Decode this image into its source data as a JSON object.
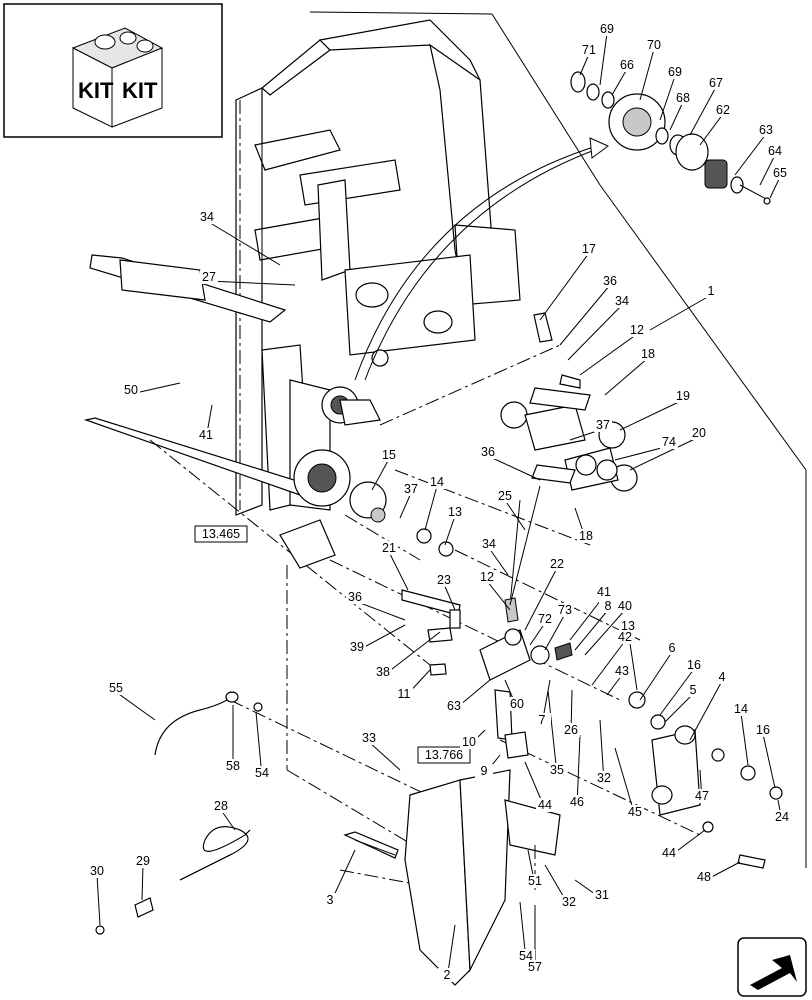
{
  "kit_icon": {
    "word_left": "KIT",
    "word_right": "KIT"
  },
  "ref_boxes": [
    "13.465",
    "13.766"
  ],
  "callouts": [
    "1",
    "2",
    "3",
    "4",
    "5",
    "6",
    "7",
    "8",
    "9",
    "10",
    "11",
    "12",
    "12",
    "13",
    "13",
    "14",
    "14",
    "15",
    "16",
    "16",
    "17",
    "18",
    "18",
    "19",
    "20",
    "21",
    "22",
    "23",
    "24",
    "25",
    "26",
    "27",
    "28",
    "29",
    "30",
    "31",
    "32",
    "32",
    "33",
    "34",
    "34",
    "34",
    "35",
    "36",
    "36",
    "36",
    "37",
    "37",
    "38",
    "39",
    "40",
    "41",
    "41",
    "42",
    "43",
    "44",
    "44",
    "45",
    "46",
    "47",
    "48",
    "50",
    "51",
    "54",
    "54",
    "55",
    "57",
    "58",
    "60",
    "62",
    "63",
    "63",
    "64",
    "65",
    "66",
    "67",
    "68",
    "69",
    "69",
    "70",
    "71",
    "72",
    "73",
    "74"
  ],
  "icons": {
    "kit": "kit-box-icon",
    "nav": "arrow-navigation-icon"
  }
}
